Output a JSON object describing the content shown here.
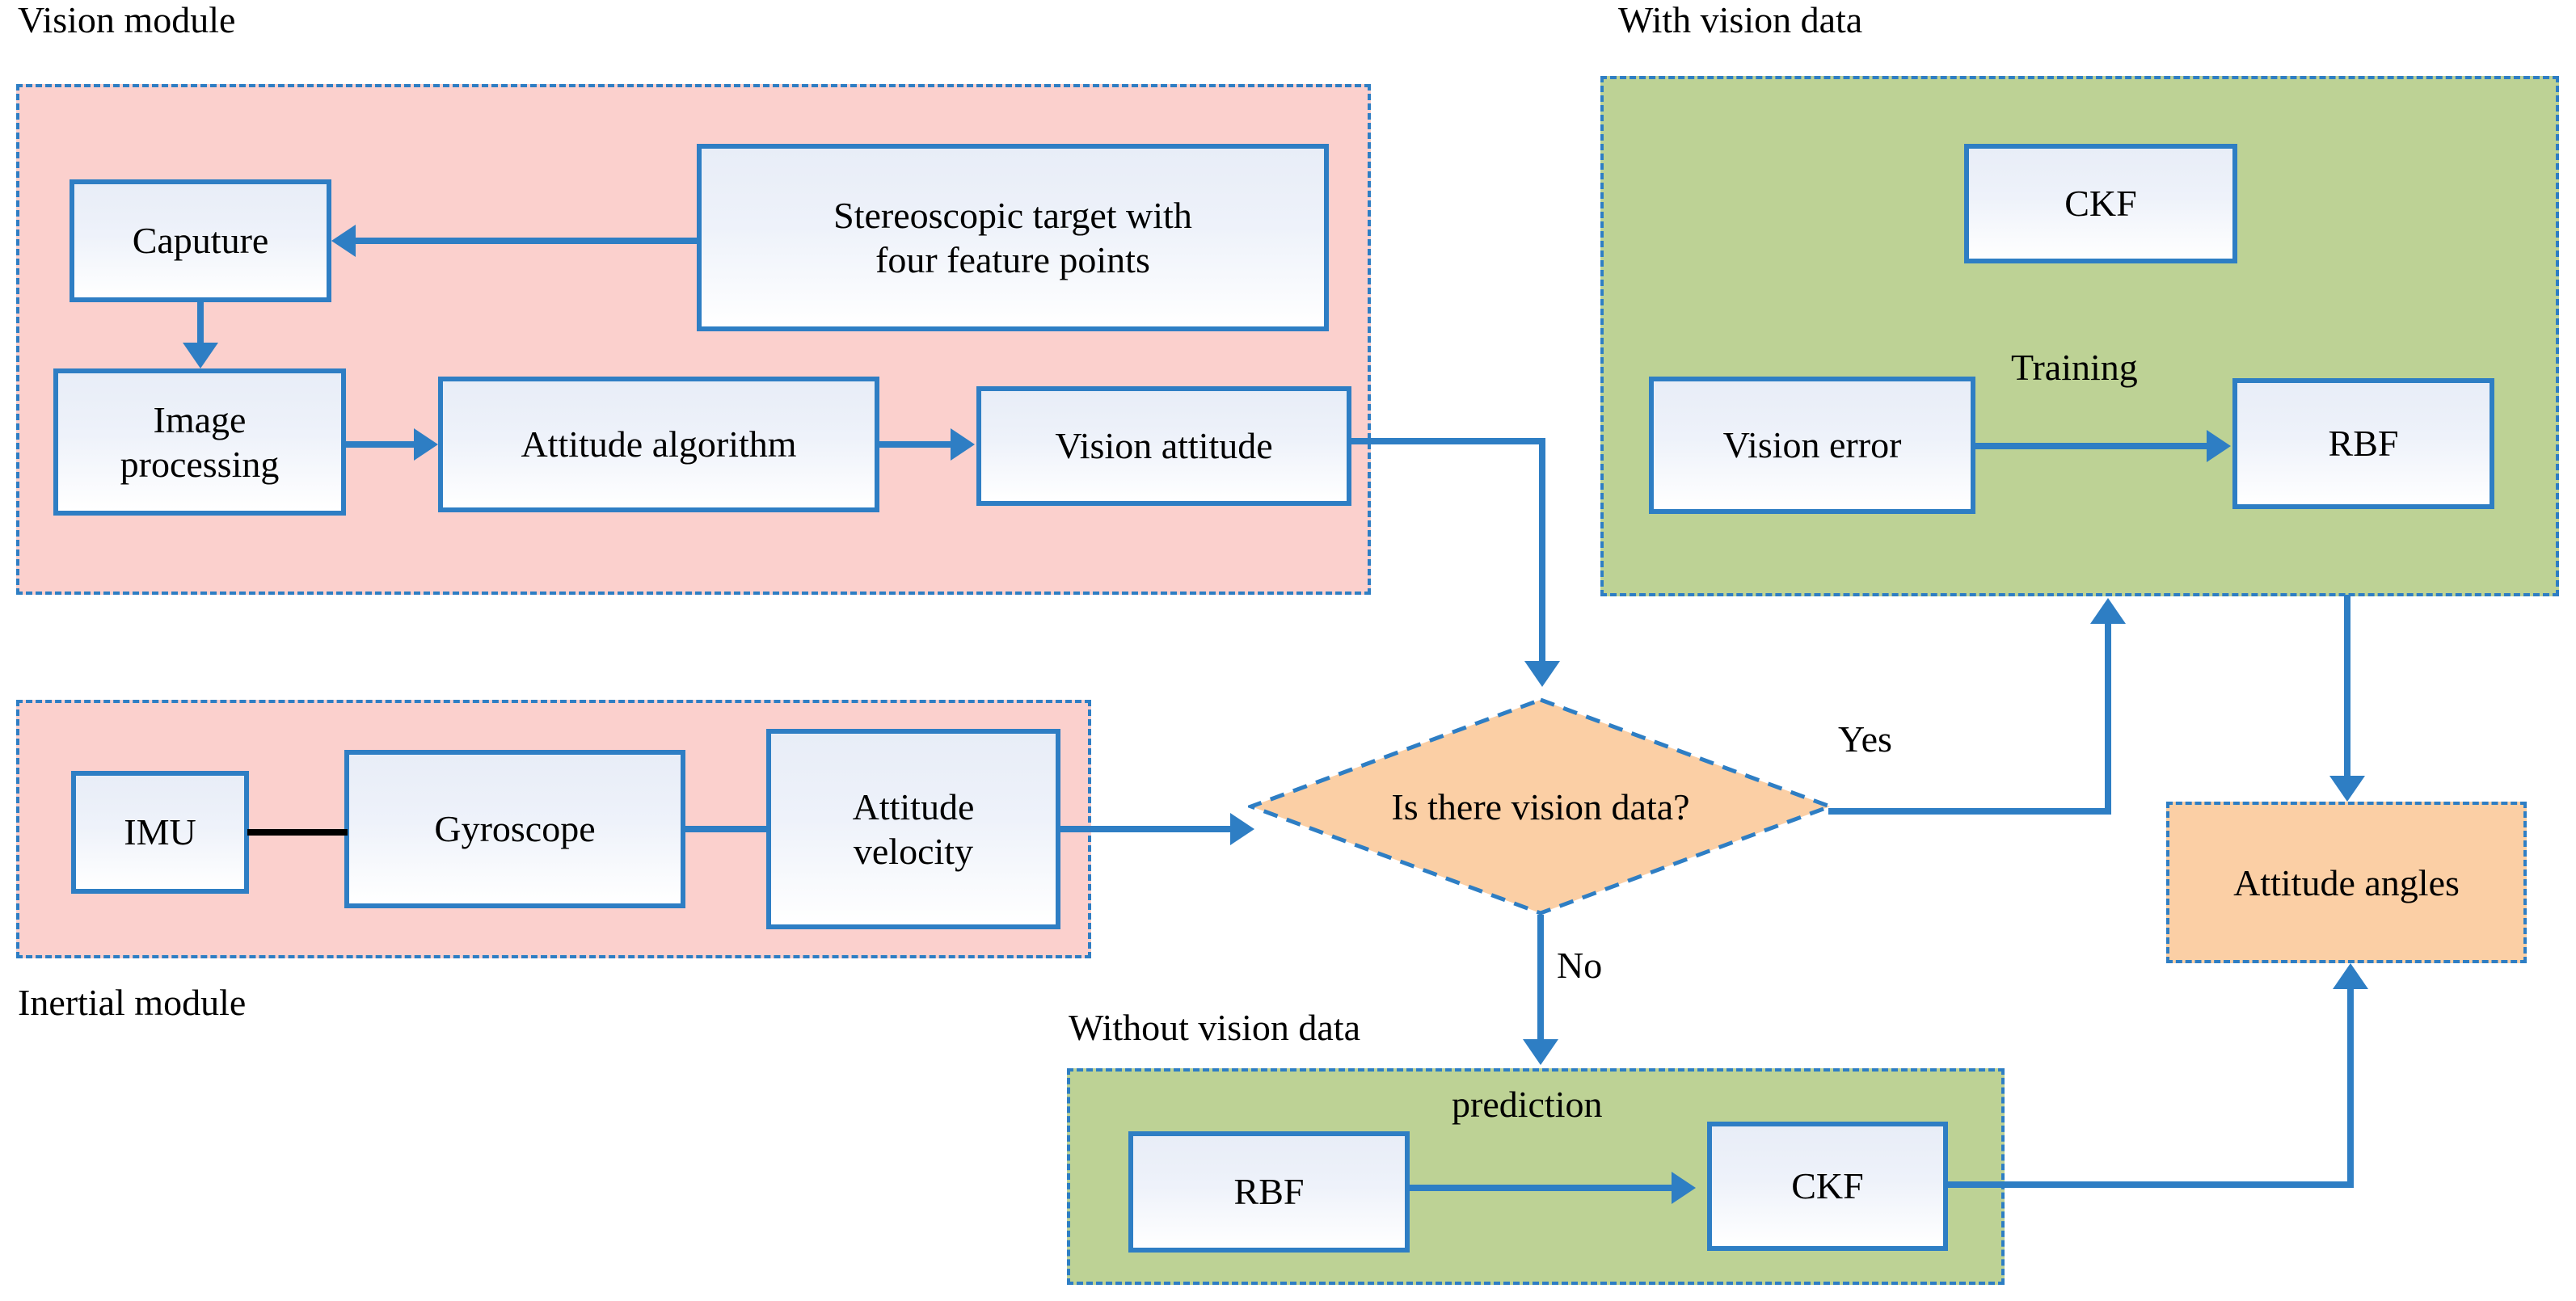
{
  "diagram": {
    "title": "Vision/inertial attitude fusion flowchart",
    "colors": {
      "module_pink": "#fbd0cd",
      "module_green": "#bdd295",
      "decision_orange": "#fbcfa5",
      "border_blue": "#2e7ec4",
      "node_fill": "#eef2fa",
      "text_black": "#000000"
    },
    "captions": {
      "vision_module": "Vision module",
      "inertial_module": "Inertial module",
      "with_vision_data": "With vision data",
      "without_vision_data": "Without vision data"
    },
    "nodes": {
      "capture": "Caputure",
      "image_processing": "Image\nprocessing",
      "stereoscopic_target": "Stereoscopic target with\nfour feature points",
      "attitude_algorithm": "Attitude algorithm",
      "vision_attitude": "Vision attitude",
      "imu": "IMU",
      "gyroscope": "Gyroscope",
      "attitude_velocity": "Attitude\nvelocity",
      "ckf_top": "CKF",
      "vision_error": "Vision error",
      "rbf_top": "RBF",
      "rbf_bottom": "RBF",
      "ckf_bottom": "CKF",
      "attitude_angles": "Attitude angles"
    },
    "decision": {
      "question": "Is there vision data?"
    },
    "edge_labels": {
      "training": "Training",
      "prediction": "prediction",
      "yes": "Yes",
      "no": "No"
    }
  }
}
